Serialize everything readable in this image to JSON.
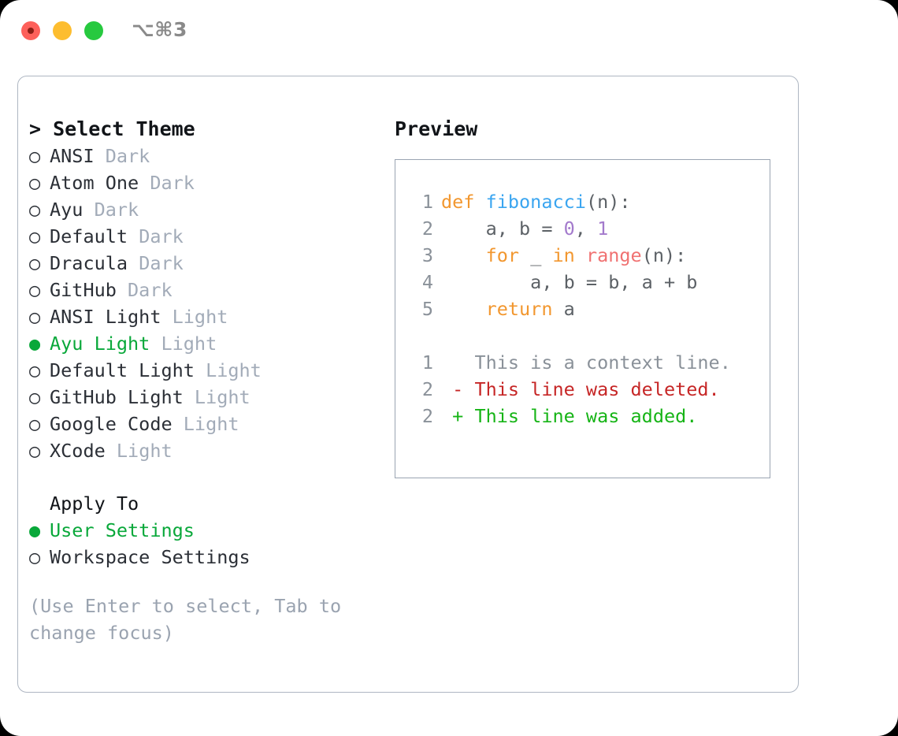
{
  "window": {
    "shortcut": "⌥⌘3",
    "traffic_lights": [
      {
        "name": "close",
        "color": "#fd605a"
      },
      {
        "name": "minimize",
        "color": "#fdbd2f"
      },
      {
        "name": "maximize",
        "color": "#27c93f"
      }
    ]
  },
  "theme_selector": {
    "title": "> Select Theme",
    "selected_bullet": "●",
    "unselected_bullet": "○",
    "accent_color": "#09a83a",
    "items": [
      {
        "name": "ANSI",
        "variant": "Dark",
        "selected": false
      },
      {
        "name": "Atom One",
        "variant": "Dark",
        "selected": false
      },
      {
        "name": "Ayu",
        "variant": "Dark",
        "selected": false
      },
      {
        "name": "Default",
        "variant": "Dark",
        "selected": false
      },
      {
        "name": "Dracula",
        "variant": "Dark",
        "selected": false
      },
      {
        "name": "GitHub",
        "variant": "Dark",
        "selected": false
      },
      {
        "name": "ANSI Light",
        "variant": "Light",
        "selected": false
      },
      {
        "name": "Ayu Light",
        "variant": "Light",
        "selected": true
      },
      {
        "name": "Default Light",
        "variant": "Light",
        "selected": false
      },
      {
        "name": "GitHub Light",
        "variant": "Light",
        "selected": false
      },
      {
        "name": "Google Code",
        "variant": "Light",
        "selected": false
      },
      {
        "name": "XCode",
        "variant": "Light",
        "selected": false
      }
    ]
  },
  "apply_to": {
    "title": "Apply To",
    "options": [
      {
        "label": "User Settings",
        "selected": true
      },
      {
        "label": "Workspace Settings",
        "selected": false
      }
    ]
  },
  "hint": "(Use Enter to select, Tab to change focus)",
  "preview": {
    "title": "Preview",
    "code_lines": [
      {
        "number": "1",
        "tokens": [
          {
            "text": "def ",
            "type": "keyword"
          },
          {
            "text": "fibonacci",
            "type": "function"
          },
          {
            "text": "(n):",
            "type": "plain"
          }
        ]
      },
      {
        "number": "2",
        "tokens": [
          {
            "text": "    a, b = ",
            "type": "plain"
          },
          {
            "text": "0",
            "type": "number"
          },
          {
            "text": ", ",
            "type": "plain"
          },
          {
            "text": "1",
            "type": "number"
          }
        ]
      },
      {
        "number": "3",
        "tokens": [
          {
            "text": "    ",
            "type": "plain"
          },
          {
            "text": "for",
            "type": "keyword"
          },
          {
            "text": " _ ",
            "type": "plain"
          },
          {
            "text": "in",
            "type": "keyword"
          },
          {
            "text": " ",
            "type": "plain"
          },
          {
            "text": "range",
            "type": "builtin"
          },
          {
            "text": "(n):",
            "type": "plain"
          }
        ]
      },
      {
        "number": "4",
        "tokens": [
          {
            "text": "        a, b = b, a + b",
            "type": "plain"
          }
        ]
      },
      {
        "number": "5",
        "tokens": [
          {
            "text": "    ",
            "type": "plain"
          },
          {
            "text": "return",
            "type": "keyword"
          },
          {
            "text": " a",
            "type": "plain"
          }
        ]
      }
    ],
    "diff_lines": [
      {
        "number": "1",
        "marker": " ",
        "text": "This is a context line.",
        "type": "context"
      },
      {
        "number": "2",
        "marker": "-",
        "text": "This line was deleted.",
        "type": "deleted"
      },
      {
        "number": "2",
        "marker": "+",
        "text": "This line was added.",
        "type": "added"
      }
    ],
    "syntax_colors": {
      "keyword": "#f2972f",
      "function": "#3aa5f0",
      "builtin": "#f07171",
      "number": "#a37acc",
      "plain": "#5c6166",
      "line_number": "#8a9199",
      "diff_context": "#8a9199",
      "diff_deleted": "#c62626",
      "diff_added": "#16b416"
    }
  }
}
